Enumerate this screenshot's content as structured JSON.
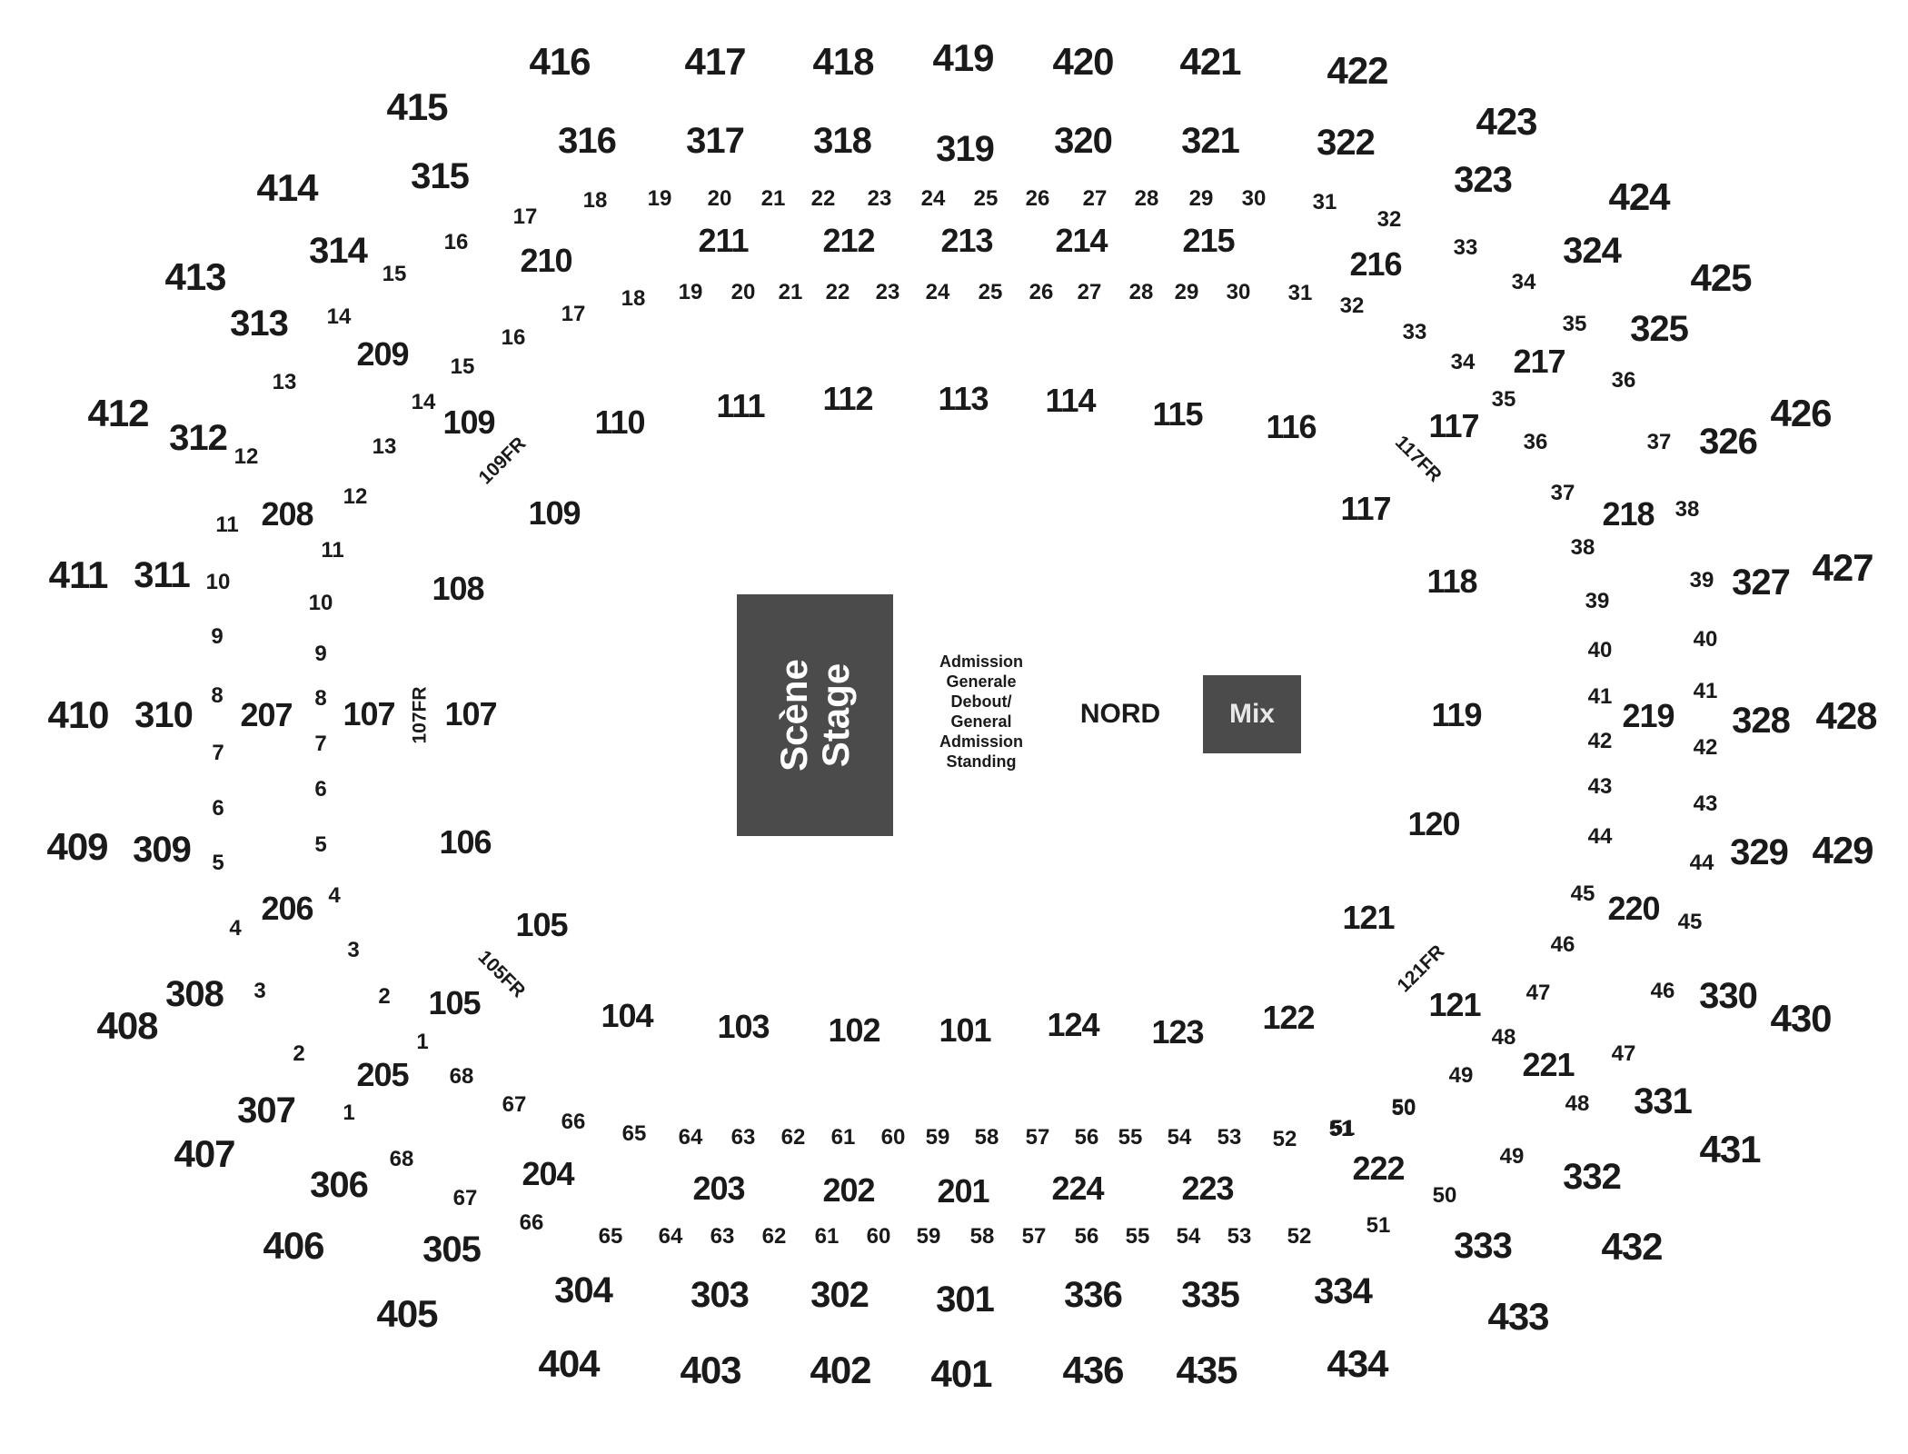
{
  "stage": {
    "label_fr": "Scène",
    "label_en": "Stage"
  },
  "ga_lines": [
    "Admission",
    "Generale",
    "Debout/",
    "General",
    "Admission",
    "Standing"
  ],
  "nord": "NORD",
  "mix": "Mix",
  "sections_400": [
    "416",
    "417",
    "418",
    "419",
    "420",
    "421",
    "422",
    "423",
    "424",
    "425",
    "426",
    "427",
    "428",
    "429",
    "430",
    "431",
    "432",
    "433",
    "434",
    "435",
    "436",
    "401",
    "402",
    "403",
    "404",
    "405",
    "406",
    "407",
    "408",
    "409",
    "410",
    "411",
    "412",
    "413",
    "414",
    "415"
  ],
  "sections_300": [
    "316",
    "317",
    "318",
    "319",
    "320",
    "321",
    "322",
    "323",
    "324",
    "325",
    "326",
    "327",
    "328",
    "329",
    "330",
    "331",
    "332",
    "333",
    "334",
    "335",
    "336",
    "301",
    "302",
    "303",
    "304",
    "305",
    "306",
    "307",
    "308",
    "309",
    "310",
    "311",
    "312",
    "313",
    "314",
    "315"
  ],
  "sections_200": [
    "210",
    "211",
    "212",
    "213",
    "214",
    "215",
    "216",
    "217",
    "218",
    "219",
    "220",
    "221",
    "222",
    "223",
    "224",
    "201",
    "202",
    "203",
    "204",
    "205",
    "206",
    "207",
    "208",
    "209"
  ],
  "sections_100": [
    "109",
    "110",
    "111",
    "112",
    "113",
    "114",
    "115",
    "116",
    "117",
    "117",
    "118",
    "119",
    "120",
    "121",
    "121",
    "122",
    "123",
    "124",
    "101",
    "102",
    "103",
    "104",
    "105",
    "105",
    "106",
    "107",
    "107",
    "108",
    "109"
  ],
  "floor_rows": [
    "109FR",
    "117FR",
    "121FR",
    "105FR",
    "107FR"
  ],
  "row_labels": {
    "top_outer": [
      "17",
      "18",
      "19",
      "20",
      "21",
      "22",
      "23",
      "24",
      "25",
      "26",
      "27",
      "28",
      "29",
      "30",
      "31",
      "32",
      "33",
      "34"
    ],
    "top_inner": [
      "16",
      "17",
      "18",
      "19",
      "20",
      "21",
      "22",
      "23",
      "24",
      "25",
      "26",
      "27",
      "28",
      "29",
      "30",
      "31",
      "32",
      "33",
      "34",
      "35"
    ],
    "left_outer": [
      "16",
      "15",
      "14",
      "13",
      "12",
      "11",
      "10",
      "9",
      "8",
      "7",
      "6",
      "5",
      "4",
      "3",
      "2",
      "1"
    ],
    "left_inner": [
      "15",
      "14",
      "13",
      "12",
      "11",
      "10",
      "9",
      "8",
      "7",
      "6",
      "5",
      "4",
      "3",
      "2",
      "1",
      "68",
      "67"
    ],
    "right_outer": [
      "35",
      "36",
      "37",
      "38",
      "39",
      "40",
      "41",
      "42",
      "43",
      "44",
      "45",
      "46",
      "47",
      "48"
    ],
    "right_inner": [
      "36",
      "37",
      "38",
      "39",
      "40",
      "41",
      "42",
      "43",
      "44",
      "45",
      "46",
      "47",
      "48",
      "49",
      "50",
      "51"
    ],
    "bottom_outer": [
      "68",
      "67",
      "66",
      "65",
      "64",
      "63",
      "62",
      "61",
      "60",
      "59",
      "58",
      "57",
      "56",
      "55",
      "54",
      "53",
      "52",
      "51",
      "50",
      "49"
    ],
    "bottom_inner": [
      "66",
      "65",
      "64",
      "63",
      "62",
      "61",
      "60",
      "59",
      "58",
      "57",
      "56",
      "55",
      "54",
      "53",
      "52",
      "51",
      "50"
    ]
  }
}
